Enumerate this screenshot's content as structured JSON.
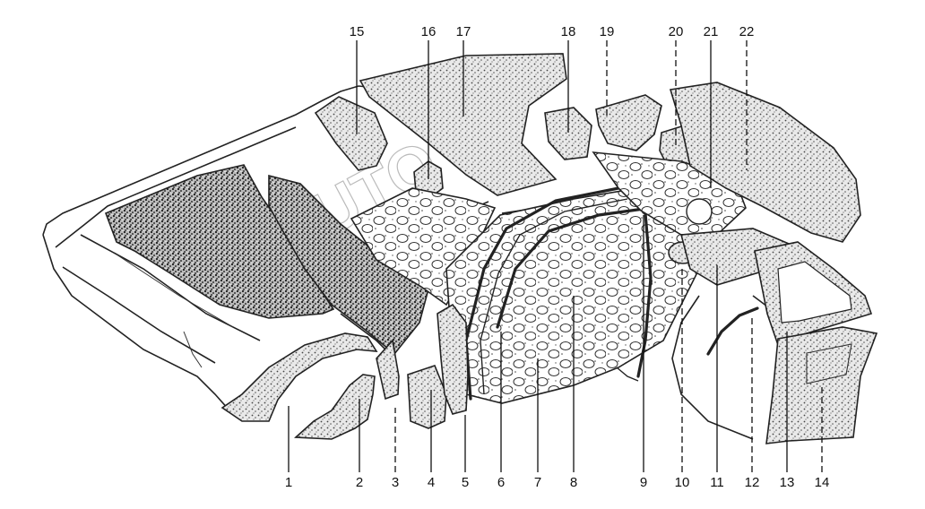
{
  "callouts": {
    "c1": "1",
    "c2": "2",
    "c3": "3",
    "c4": "4",
    "c5": "5",
    "c6": "6",
    "c7": "7",
    "c8": "8",
    "c9": "9",
    "c10": "10",
    "c11": "11",
    "c12": "12",
    "c13": "13",
    "c14": "14",
    "c15": "15",
    "c16": "16",
    "c17": "17",
    "c18": "18",
    "c19": "19",
    "c20": "20",
    "c21": "21",
    "c22": "22"
  },
  "watermark": "AUTO",
  "colors": {
    "ink": "#111111",
    "paper": "#ffffff",
    "speckle": "#555555"
  }
}
